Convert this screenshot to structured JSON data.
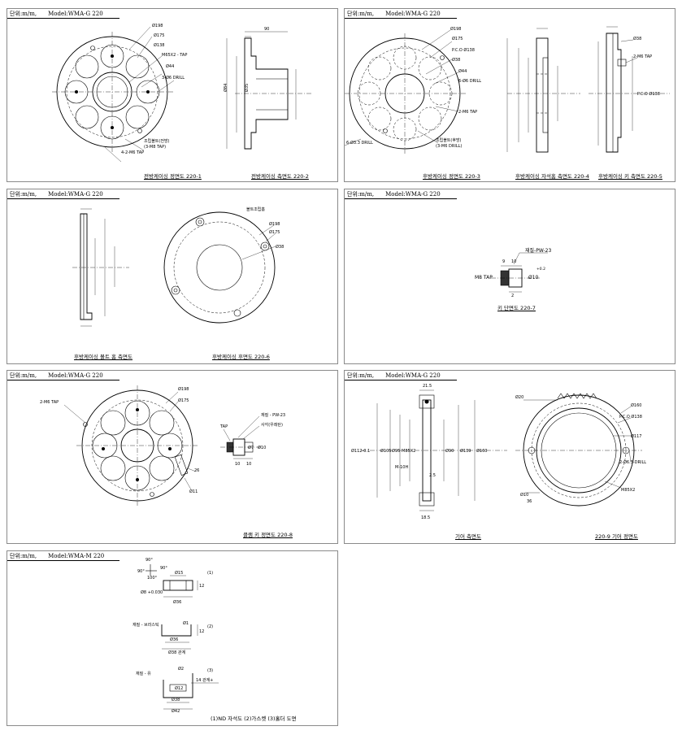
{
  "panels": {
    "p1": {
      "unit": "단위:m/m,",
      "model": "Model:WMA-G  220",
      "captions": [
        "전방케이싱 정면도 220-1",
        "전방케이싱 측면도 220-2"
      ],
      "labels": [
        "Ø198",
        "Ø175",
        "Ø138",
        "M65X2 - TAP",
        "Ø44",
        "3-Ø6 DRILL",
        "조립볼트(전방)",
        "(3-M8 TAP)",
        "4-2-M6 TAP",
        "90",
        "Ø84",
        "Ø35"
      ]
    },
    "p2": {
      "unit": "단위:m/m,",
      "model": "Model:WMA-G  220",
      "captions": [
        "후방케이싱 정면도 220-3",
        "후방케이싱 자석홈 측면도 220-4",
        "후방케이싱 키 측면도 220-5"
      ],
      "labels": [
        "Ø198",
        "Ø175",
        "P.C.O Ø138",
        "Ø38",
        "Ø44",
        "6-Ø6 DRILL",
        "2-M6 TAP",
        "조립볼트(후방)",
        "(3-M6 DRILL)",
        "6-Ø3.3 DRILL",
        "2-M6 TAP",
        "P.C.O Ø138",
        "Ø38"
      ]
    },
    "p3": {
      "unit": "단위:m/m,",
      "model": "Model:WMA-G  220",
      "captions": [
        "후방케이싱 볼트 홈 측면도",
        "후방케이싱 후면도 220-6"
      ],
      "labels": [
        "볼트조립홈",
        "Ø198",
        "Ø175",
        "Ø38"
      ]
    },
    "p4": {
      "unit": "단위:m/m,",
      "model": "Model:WMA-G  220",
      "captions": [
        "키 단면도 220-7"
      ],
      "labels": [
        "재질-PW-23",
        "M8 TAP",
        "Ø10",
        "9",
        "10",
        "2",
        "+0.2"
      ]
    },
    "p5": {
      "unit": "단위:m/m,",
      "model": "Model:WMA-G  220",
      "captions": [
        "클램 키 정면도 220-8"
      ],
      "labels": [
        "2-M6 TAP",
        "Ø198",
        "Ø175",
        "26",
        "Ø11",
        "재질 - PW-23",
        "사각(우레탄)",
        "TAP",
        "Ø7",
        "Ø10",
        "10",
        "10"
      ]
    },
    "p6": {
      "unit": "단위:m/m,",
      "model": "Model:WMA-G  220",
      "captions": [
        "기어 측면도",
        "220-9 기어 정면도"
      ],
      "labels": [
        "21.5",
        "Ø112-0.1",
        "Ø105",
        "Ø95",
        "M85X2",
        "Ø90",
        "Ø139",
        "Ø160",
        "M-10H",
        "2.5",
        "18.5",
        "Ø20",
        "Ø160",
        "P.C.O Ø138",
        "Ø117",
        "2-Ø6.5-DRILL",
        "M85X2",
        "Ø10",
        "36"
      ]
    },
    "p7": {
      "unit": "단위:m/m,",
      "model": "Model:WMA-M  220",
      "captions": [
        "(1)ND 자석도 (2)가스켓 (3)홀더 도면"
      ],
      "labels": [
        "90°",
        "90°",
        "90°",
        "100°",
        "Ø15",
        "12",
        "Ø8 +0.030",
        "Ø36",
        "(1)",
        "재질 - 브라스틱",
        "Ø1",
        "12",
        "Ø36",
        "Ø38 관계",
        "(2)",
        "재질 - 유",
        "Ø2",
        "Ø12",
        "14 관계+",
        "Ø38",
        "Ø42",
        "(3)"
      ]
    }
  }
}
